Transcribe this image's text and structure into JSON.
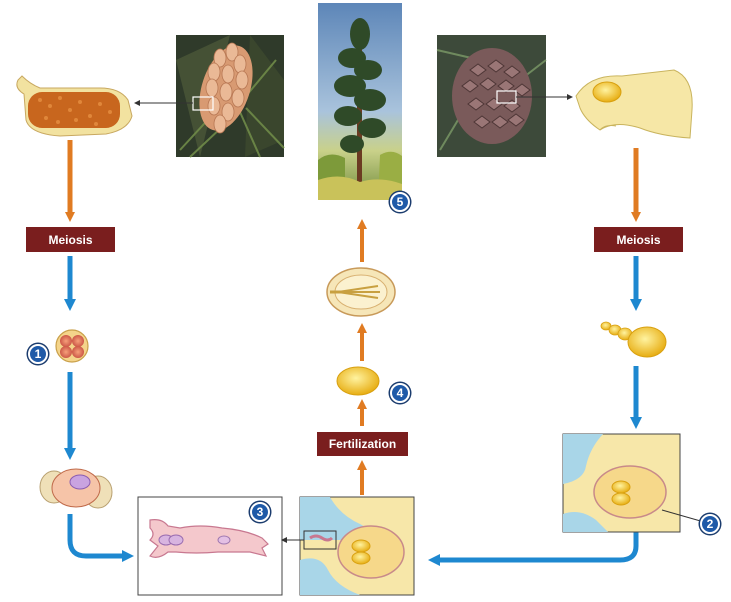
{
  "labels": {
    "meiosis_left": "Meiosis",
    "meiosis_right": "Meiosis",
    "fertilization": "Fertilization"
  },
  "steps": {
    "s1": "1",
    "s2": "2",
    "s3": "3",
    "s4": "4",
    "s5": "5"
  },
  "colors": {
    "label_bg": "#7a1e1e",
    "arrow_orange": "#e07b22",
    "arrow_blue": "#1e88d0",
    "badge_blue": "#1f5aa8",
    "pollen_tissue": "#c8661e",
    "ovule_yellow": "#f4c21c",
    "tissue_cream": "#f6e7a6",
    "water_blue": "#a9d6e8"
  },
  "icons": {
    "step_badge": "numbered-circle-icon"
  }
}
